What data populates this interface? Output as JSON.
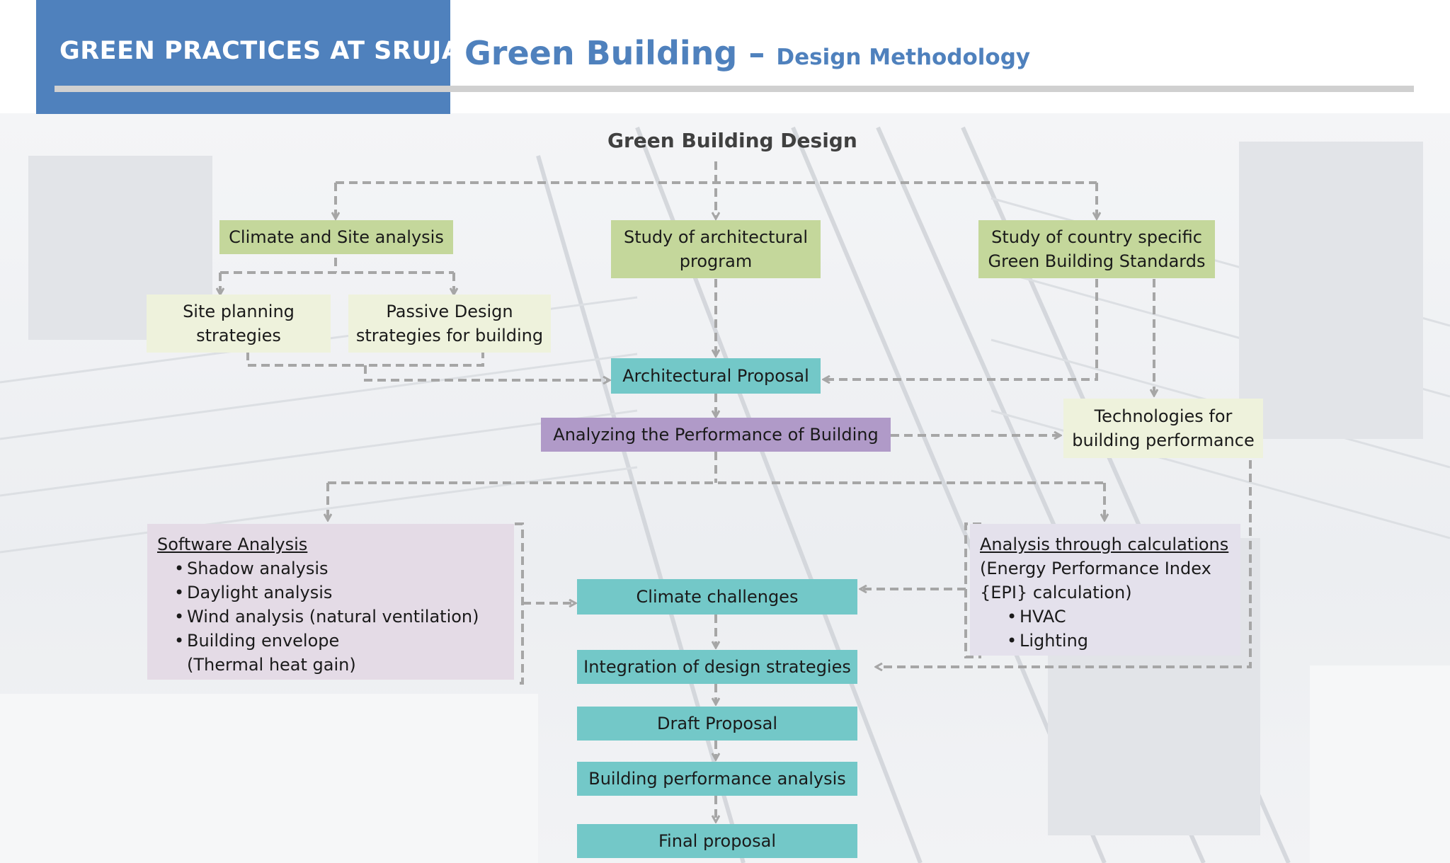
{
  "header": {
    "brand": "GREEN PRACTICES AT SRUJAN",
    "title_main": "Green Building",
    "title_dash": " – ",
    "title_sub": "Design Methodology"
  },
  "diagram": {
    "root": "Green Building Design",
    "climate_site": "Climate and Site analysis",
    "arch_program": "Study of architectural program",
    "country_standards": "Study of country specific Green Building Standards",
    "site_planning": "Site planning strategies",
    "passive_design": "Passive  Design strategies for building",
    "arch_proposal": "Architectural Proposal",
    "analyzing": "Analyzing the Performance of Building",
    "technologies": "Technologies for building performance",
    "software": {
      "heading": "Software Analysis",
      "items": [
        "Shadow analysis",
        "Daylight analysis",
        "Wind analysis (natural ventilation)",
        "Building envelope"
      ],
      "note": "(Thermal heat gain)"
    },
    "calculations": {
      "heading": "Analysis through calculations",
      "line1": "(Energy Performance Index",
      "line2": "{EPI} calculation)",
      "items": [
        "HVAC",
        "Lighting"
      ]
    },
    "climate_challenges": "Climate challenges",
    "integration": "Integration of design strategies",
    "draft": "Draft Proposal",
    "performance_analysis": "Building performance analysis",
    "final": "Final proposal"
  },
  "colors": {
    "brand_blue": "#4f81bd",
    "green": "#c4d79b",
    "teal": "#73c8c8",
    "purple": "#b09ac8",
    "connector": "#a6a6a6"
  }
}
